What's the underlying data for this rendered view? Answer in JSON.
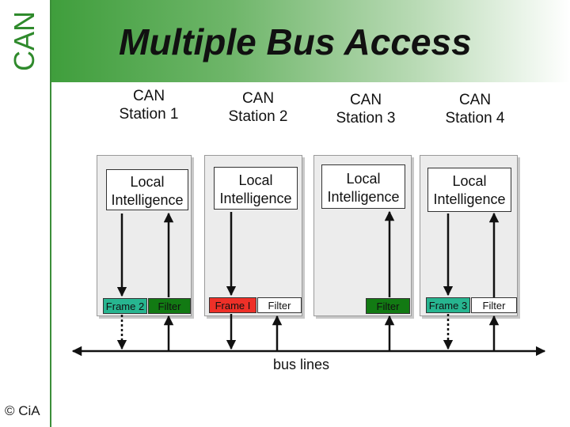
{
  "side_label": "CAN",
  "title": "Multiple Bus Access",
  "copyright": "© CiA",
  "bus_label": "bus lines",
  "stations": [
    {
      "label_line1": "CAN",
      "label_line2": "Station 1",
      "intelligence_line1": "Local",
      "intelligence_line2": "Intelligence",
      "frame": "Frame 2",
      "filter": "Filter"
    },
    {
      "label_line1": "CAN",
      "label_line2": "Station 2",
      "intelligence_line1": "Local",
      "intelligence_line2": "Intelligence",
      "frame": "Frame I",
      "filter": "Filter"
    },
    {
      "label_line1": "CAN",
      "label_line2": "Station 3",
      "intelligence_line1": "Local",
      "intelligence_line2": "Intelligence",
      "frame": "",
      "filter": "Filter"
    },
    {
      "label_line1": "CAN",
      "label_line2": "Station 4",
      "intelligence_line1": "Local",
      "intelligence_line2": "Intelligence",
      "frame": "Frame 3",
      "filter": "Filter"
    }
  ],
  "colors": {
    "accent_green": "#3f9e3c",
    "frame_green": "#27b590",
    "frame_red": "#ee3028",
    "filter_dark": "#127a13"
  }
}
